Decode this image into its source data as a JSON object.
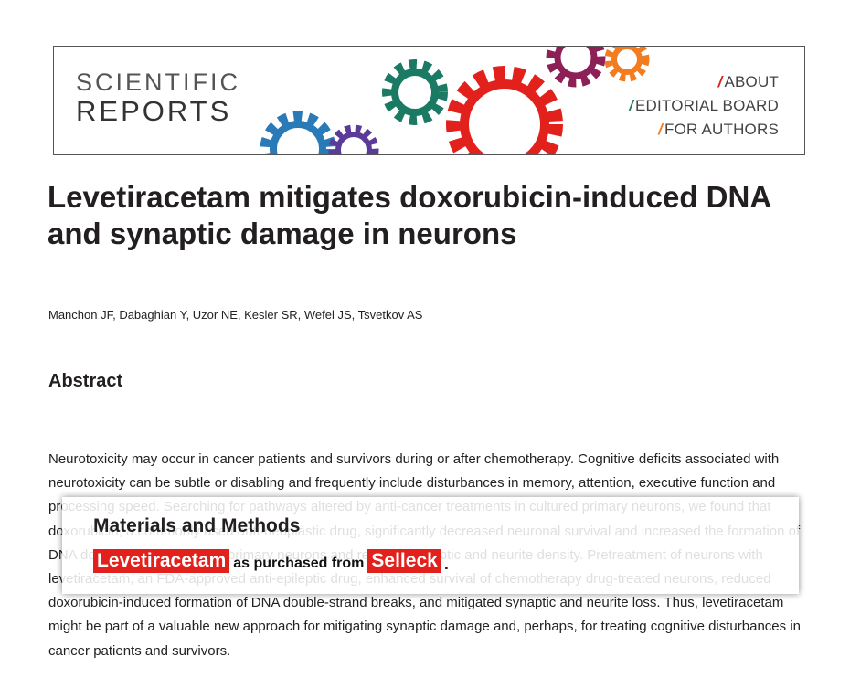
{
  "header": {
    "logo_top": "SCIENTIFIC",
    "logo_bottom": "REPORTS",
    "nav": [
      {
        "label": "ABOUT"
      },
      {
        "label": "EDITORIAL BOARD"
      },
      {
        "label": "FOR AUTHORS"
      }
    ],
    "nav_slash": "/",
    "colors": {
      "slash": "#e2211c",
      "slash_alt": "#2f7a5f",
      "slash_orange": "#f47c20",
      "gear_blue": "#2a7ab8",
      "gear_purple": "#5b3a98",
      "gear_teal": "#1b7a63",
      "gear_red": "#e2211c",
      "gear_maroon": "#8c2057",
      "gear_orange": "#f47c20"
    }
  },
  "article": {
    "title": "Levetiracetam mitigates doxorubicin-induced DNA and synaptic damage in neurons",
    "authors": "Manchon JF, Dabaghian Y, Uzor NE, Kesler SR, Wefel JS, Tsvetkov AS",
    "abstract_heading": "Abstract",
    "abstract_text": "Neurotoxicity may occur in cancer patients and survivors during or after chemotherapy. Cognitive deficits associated with neurotoxicity can be subtle or disabling and frequently include disturbances in memory, attention, executive function and processing speed. Searching for pathways altered by anti-cancer treatments in cultured primary neurons, we found that doxorubicin, a commonly used anti-neoplastic drug, significantly decreased neuronal survival and increased the formation of DNA double-strand breaks in primary neurons and reduced synaptic and neurite density. Pretreatment of neurons with levetiracetam, an FDA-approved anti-epileptic drug, enhanced survival of chemotherapy drug-treated neurons, reduced doxorubicin-induced formation of DNA double-strand breaks, and mitigated synaptic and neurite loss. Thus, levetiracetam might be part of a valuable new approach for mitigating synaptic damage and, perhaps, for treating cognitive disturbances in cancer patients and survivors."
  },
  "methods_box": {
    "heading": "Materials and Methods",
    "product": "Levetiracetam",
    "connector": "as purchased from",
    "supplier": "Selleck",
    "end": "."
  }
}
